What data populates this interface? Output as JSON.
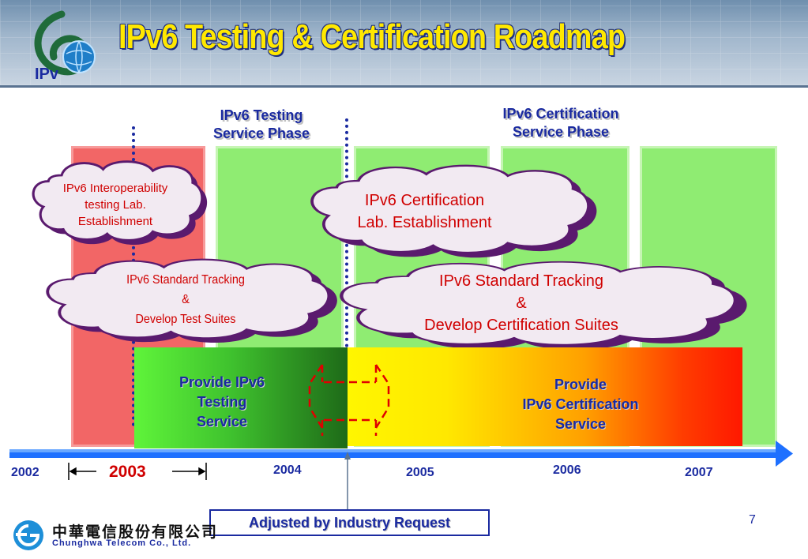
{
  "header": {
    "title": "IPv6 Testing & Certification Roadmap",
    "logo_text": "IPv"
  },
  "phases": {
    "testing": [
      "IPv6 Testing",
      "Service Phase"
    ],
    "certification": [
      "IPv6 Certification",
      "Service Phase"
    ]
  },
  "clouds": {
    "interop_lab": [
      "IPv6 Interoperability",
      "testing Lab.",
      "Establishment"
    ],
    "cert_lab": [
      "IPv6 Certification",
      "Lab. Establishment"
    ],
    "std_tracking_test": [
      "IPv6 Standard Tracking",
      "&",
      "Develop Test Suites"
    ],
    "std_tracking_cert": [
      "IPv6 Standard Tracking",
      "&",
      "Develop Certification Suites"
    ]
  },
  "bars": {
    "testing": [
      "Provide IPv6",
      "Testing",
      "Service"
    ],
    "certification": [
      "Provide",
      "IPv6 Certification",
      "Service"
    ]
  },
  "timeline": {
    "years": [
      "2002",
      "2003",
      "2004",
      "2005",
      "2006",
      "2007"
    ]
  },
  "adjusted_label": "Adjusted by Industry Request",
  "page_number": "7",
  "company": {
    "name_cn": "中華電信股份有限公司",
    "name_en": "Chunghwa Telecom Co., Ltd."
  },
  "colors": {
    "title": "#ffe800",
    "navy": "#1a2aa0",
    "red_text": "#d00000",
    "green_column": "#8fec72",
    "red_column": "#f26666",
    "cloud_fill": "#f2eaf2",
    "cloud_border": "#5a1a6e",
    "timeline": "#1e70ff"
  },
  "icons": [
    "ipv6-logo-icon",
    "chunghwa-logo-icon",
    "double-arrow-icon"
  ]
}
